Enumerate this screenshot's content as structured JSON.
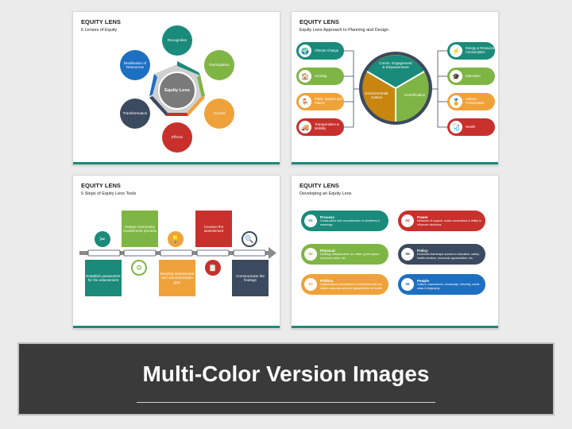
{
  "slide1": {
    "title": "EQUITY LENS",
    "subtitle": "6 Lenses of Equity",
    "center": "Equity Lens",
    "items": [
      "Recognition",
      "Participation",
      "Access",
      "Effects",
      "Transformation",
      "Distribution of Resources"
    ]
  },
  "slide2": {
    "title": "EQUITY LENS",
    "subtitle": "Equity Lens Approach to Planning and Design",
    "left_items": [
      "Climate Change",
      "Housing",
      "Public Spaces and Places",
      "Transportation & Mobility"
    ],
    "right_items": [
      "Energy & Resource Consumption",
      "Education",
      "Historic Preservation",
      "Health"
    ],
    "pie": [
      "Comm. Engagement & Empowerment",
      "Environmental Justice",
      "Gentrification"
    ]
  },
  "slide3": {
    "title": "EQUITY LENS",
    "subtitle": "5 Steps of Equity Lens Tools",
    "steps": [
      "Establish parameters for the assessment",
      "Design community involvement process",
      "Develop assessment and communication plan",
      "Conduct the assessment",
      "Communicate the findings"
    ]
  },
  "slide4": {
    "title": "EQUITY LENS",
    "subtitle": "Developing an Equity Lens",
    "cards": [
      {
        "num": "01",
        "head": "Process",
        "desc": "Construction and reconstruction of narratives & meanings"
      },
      {
        "num": "02",
        "head": "Physical",
        "desc": "Housing, infrastructure, air, water, green space, economic value, etc"
      },
      {
        "num": "03",
        "head": "Politics",
        "desc": "Organizations associations & institutions that can shape outcomes action & opportunities for health"
      },
      {
        "num": "04",
        "head": "Power",
        "desc": "Networks of support, social connections & ability to influence decisions"
      },
      {
        "num": "05",
        "head": "Policy",
        "desc": "Decisions that shape access to education, safety, health services, economic opportunities, etc."
      },
      {
        "num": "06",
        "head": "People",
        "desc": "Culture, experiences, knowledge, ethnicity, social class & biography"
      }
    ]
  },
  "banner": {
    "text": "Multi-Color Version Images"
  },
  "icons": {
    "tools": "tools-icon",
    "bulb": "lightbulb-icon",
    "search": "document-search-icon",
    "gear": "gear-icon",
    "checklist": "checklist-icon"
  },
  "colors": {
    "teal": "#1a8a7a",
    "green": "#7fb545",
    "orange": "#f0a23a",
    "red": "#c8302c",
    "navy": "#3b4a5e",
    "blue": "#1d6fc2",
    "gray": "#8a8a8a",
    "banner": "#3a3a3a"
  }
}
